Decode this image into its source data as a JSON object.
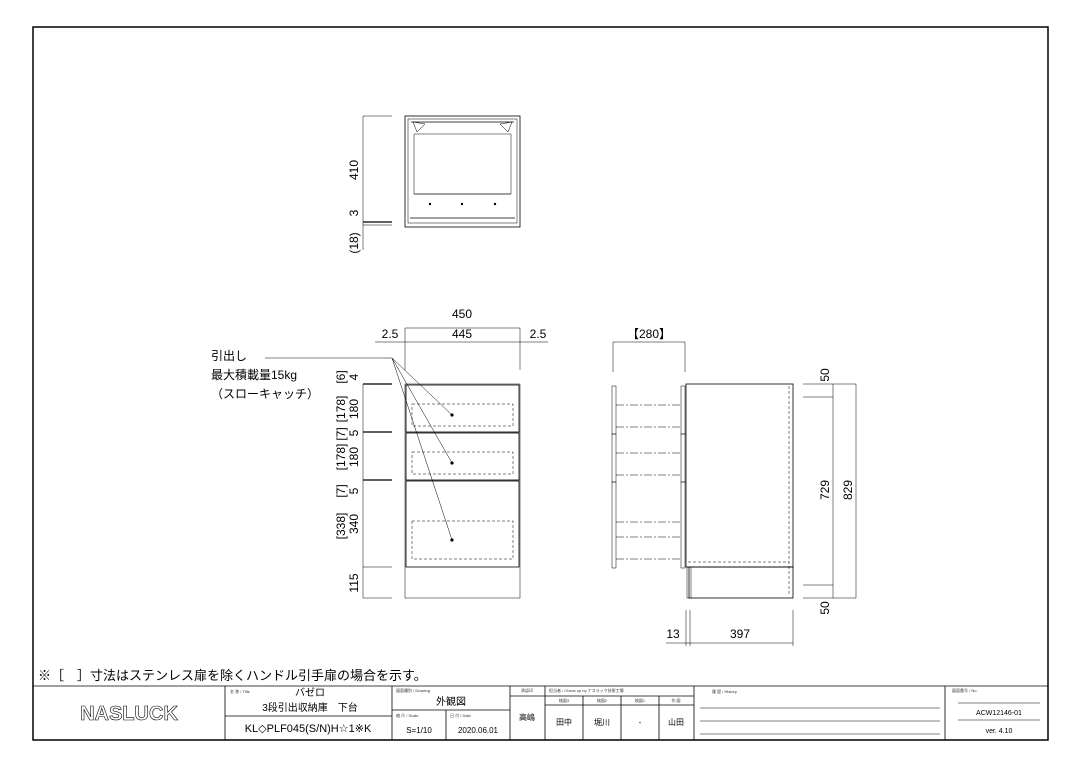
{
  "drawing": {
    "top_view": {
      "dims": [
        "410",
        "3",
        "(18)"
      ]
    },
    "front_view": {
      "width_total": "450",
      "width_inner": "445",
      "side_gap_left": "2.5",
      "side_gap_right": "2.5",
      "vertical_dims": [
        "4",
        "180",
        "5",
        "180",
        "5",
        "340",
        "115"
      ],
      "bracket_dims": [
        "[6]",
        "[178]",
        "[7]",
        "[178]",
        "[7]",
        "[338]"
      ],
      "callout": [
        "引出し",
        "最大積載量15kg",
        "（スローキャッチ）"
      ]
    },
    "side_view": {
      "drawer_extension": "【280】",
      "top": "50",
      "inner_height": "729",
      "total_height": "829",
      "bottom": "50",
      "front_thickness": "13",
      "depth": "397"
    }
  },
  "note": "※［　］寸法はステンレス扉を除くハンドル引手扉の場合を示す。",
  "title_block": {
    "logo": "NASLUCK",
    "title_label": "名 称 / Title",
    "series": "バゼロ",
    "product_name": "3段引出収納庫　下台",
    "model": "KL◇PLF045(S/N)H☆1※K",
    "drawing_label": "図面種別 / Drawing",
    "drawing_type": "外観図",
    "scale_label": "縮 尺 / Scale",
    "scale": "S=1/10",
    "date_label": "日 付 / Date",
    "date": "2020.06.01",
    "approval_label": "承認印",
    "approver": "高嶋",
    "check_label": "担当者 / Check up by ナスラック技術工場",
    "check_cols": [
      "検図3",
      "検図2",
      "検図1",
      "作 図"
    ],
    "check_names": [
      "田中",
      "堀川",
      "-",
      "山田"
    ],
    "history_label": "履 歴 / History",
    "number_label": "図面番号 / No.",
    "number": "ACW12146-01",
    "version": "ver. 4.10"
  }
}
